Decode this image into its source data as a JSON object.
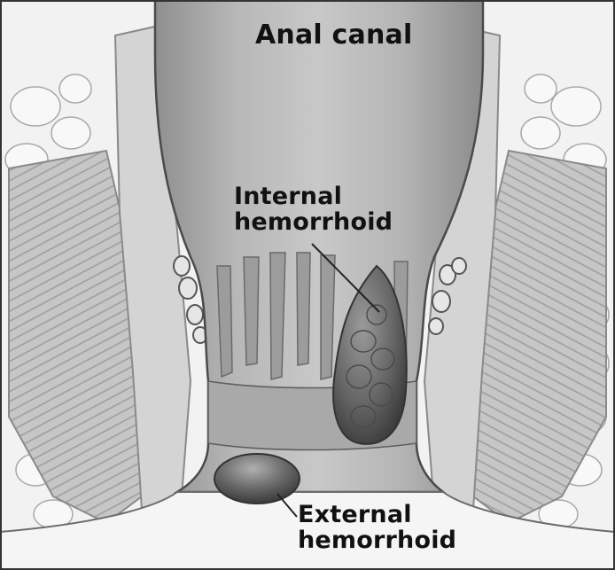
{
  "title": "Anal canal",
  "labels": {
    "internal_line1": "Internal",
    "internal_line2": "hemorrhoid",
    "external_line1": "External",
    "external_line2": "hemorrhoid"
  },
  "colors": {
    "border": "#333333",
    "canal": "#b9b9b9",
    "fat": "#efefef",
    "muscle": "#c2c2c2",
    "hemorrhoid": "#6f6f6f",
    "leader_line": "#222222"
  }
}
